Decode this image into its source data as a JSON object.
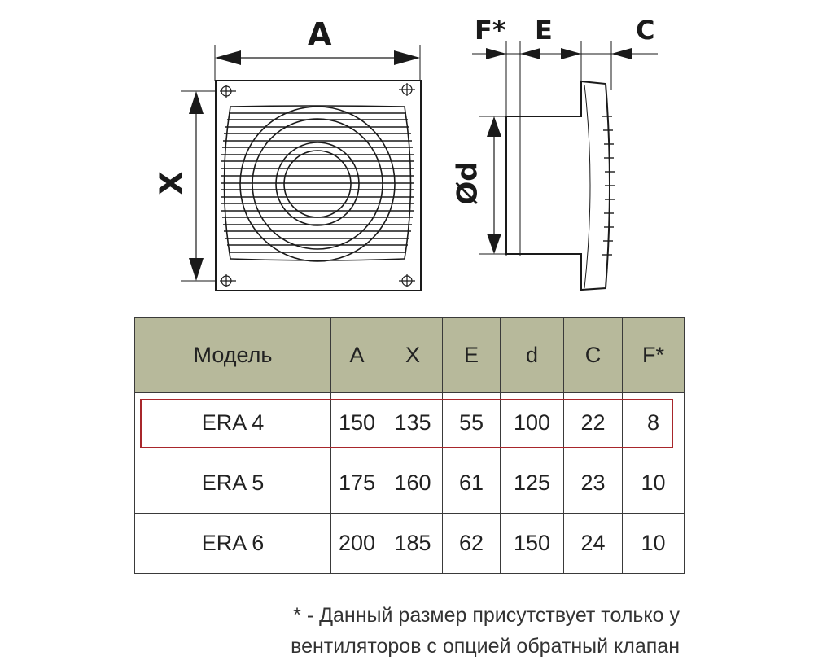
{
  "front_view": {
    "labels": {
      "width": "A",
      "height": "X"
    }
  },
  "side_view": {
    "labels": {
      "f": "F*",
      "e": "E",
      "c": "C",
      "diameter": "Ød"
    }
  },
  "table": {
    "columns": [
      "Модель",
      "A",
      "X",
      "E",
      "d",
      "C",
      "F*"
    ],
    "rows": [
      {
        "model": "ERA 4",
        "A": "150",
        "X": "135",
        "E": "55",
        "d": "100",
        "C": "22",
        "F": "8",
        "highlighted": true
      },
      {
        "model": "ERA 5",
        "A": "175",
        "X": "160",
        "E": "61",
        "d": "125",
        "C": "23",
        "F": "10",
        "highlighted": false
      },
      {
        "model": "ERA 6",
        "A": "200",
        "X": "185",
        "E": "62",
        "d": "150",
        "C": "24",
        "F": "10",
        "highlighted": false
      }
    ],
    "header_color": "#b7b99b",
    "highlight_color": "#a8262b"
  },
  "footnote": {
    "line1": "* - Данный размер присутствует только у",
    "line2": "вентиляторов с опцией обратный клапан"
  }
}
